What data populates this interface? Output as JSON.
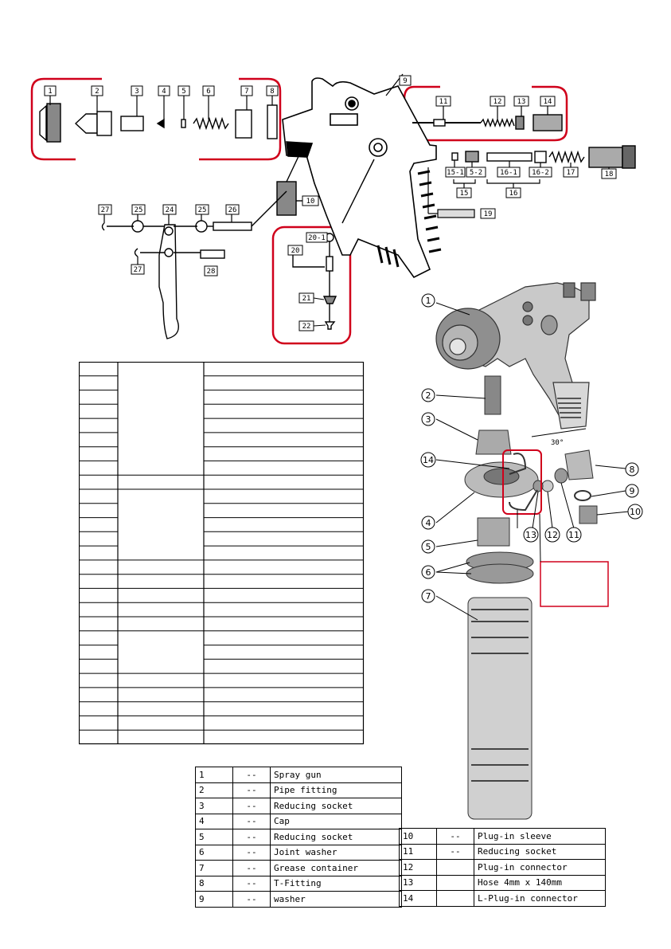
{
  "exploded_view": {
    "callouts_top": [
      "1",
      "2",
      "3",
      "4",
      "5",
      "6",
      "7",
      "8",
      "9",
      "10",
      "11",
      "12",
      "13",
      "14",
      "15-1",
      "5-2",
      "15",
      "16-1",
      "16-2",
      "16",
      "17",
      "18",
      "19"
    ],
    "callouts_trigger": [
      "27",
      "25",
      "24",
      "25",
      "26",
      "27",
      "28"
    ],
    "callouts_valve": [
      "20-1",
      "20",
      "21",
      "22"
    ]
  },
  "assembly": {
    "callouts": [
      "1",
      "2",
      "3",
      "14",
      "4",
      "5",
      "6",
      "7",
      "8",
      "9",
      "10",
      "11",
      "12",
      "13"
    ],
    "dimension_label": "30°"
  },
  "parts_list": [
    {
      "num": "1",
      "dash": "--",
      "name": "Spray gun"
    },
    {
      "num": "2",
      "dash": "--",
      "name": "Pipe fitting"
    },
    {
      "num": "3",
      "dash": "--",
      "name": "Reducing socket"
    },
    {
      "num": "4",
      "dash": "--",
      "name": "Cap"
    },
    {
      "num": "5",
      "dash": "--",
      "name": "Reducing socket"
    },
    {
      "num": "6",
      "dash": "--",
      "name": "Joint washer"
    },
    {
      "num": "7",
      "dash": "--",
      "name": "Grease container"
    },
    {
      "num": "8",
      "dash": "--",
      "name": "T-Fitting"
    },
    {
      "num": "9",
      "dash": "--",
      "name": "washer"
    }
  ],
  "parts_list_2": [
    {
      "num": "10",
      "dash": "--",
      "name": "Plug-in sleeve"
    },
    {
      "num": "11",
      "dash": "--",
      "name": "Reducing socket"
    },
    {
      "num": "12",
      "dash": "",
      "name": "Plug-in connector"
    },
    {
      "num": "13",
      "dash": "",
      "name": "Hose 4mm x 140mm"
    },
    {
      "num": "14",
      "dash": "",
      "name": "L-Plug-in connector"
    }
  ],
  "colors": {
    "highlight": "#d0001b",
    "line": "#000000"
  }
}
